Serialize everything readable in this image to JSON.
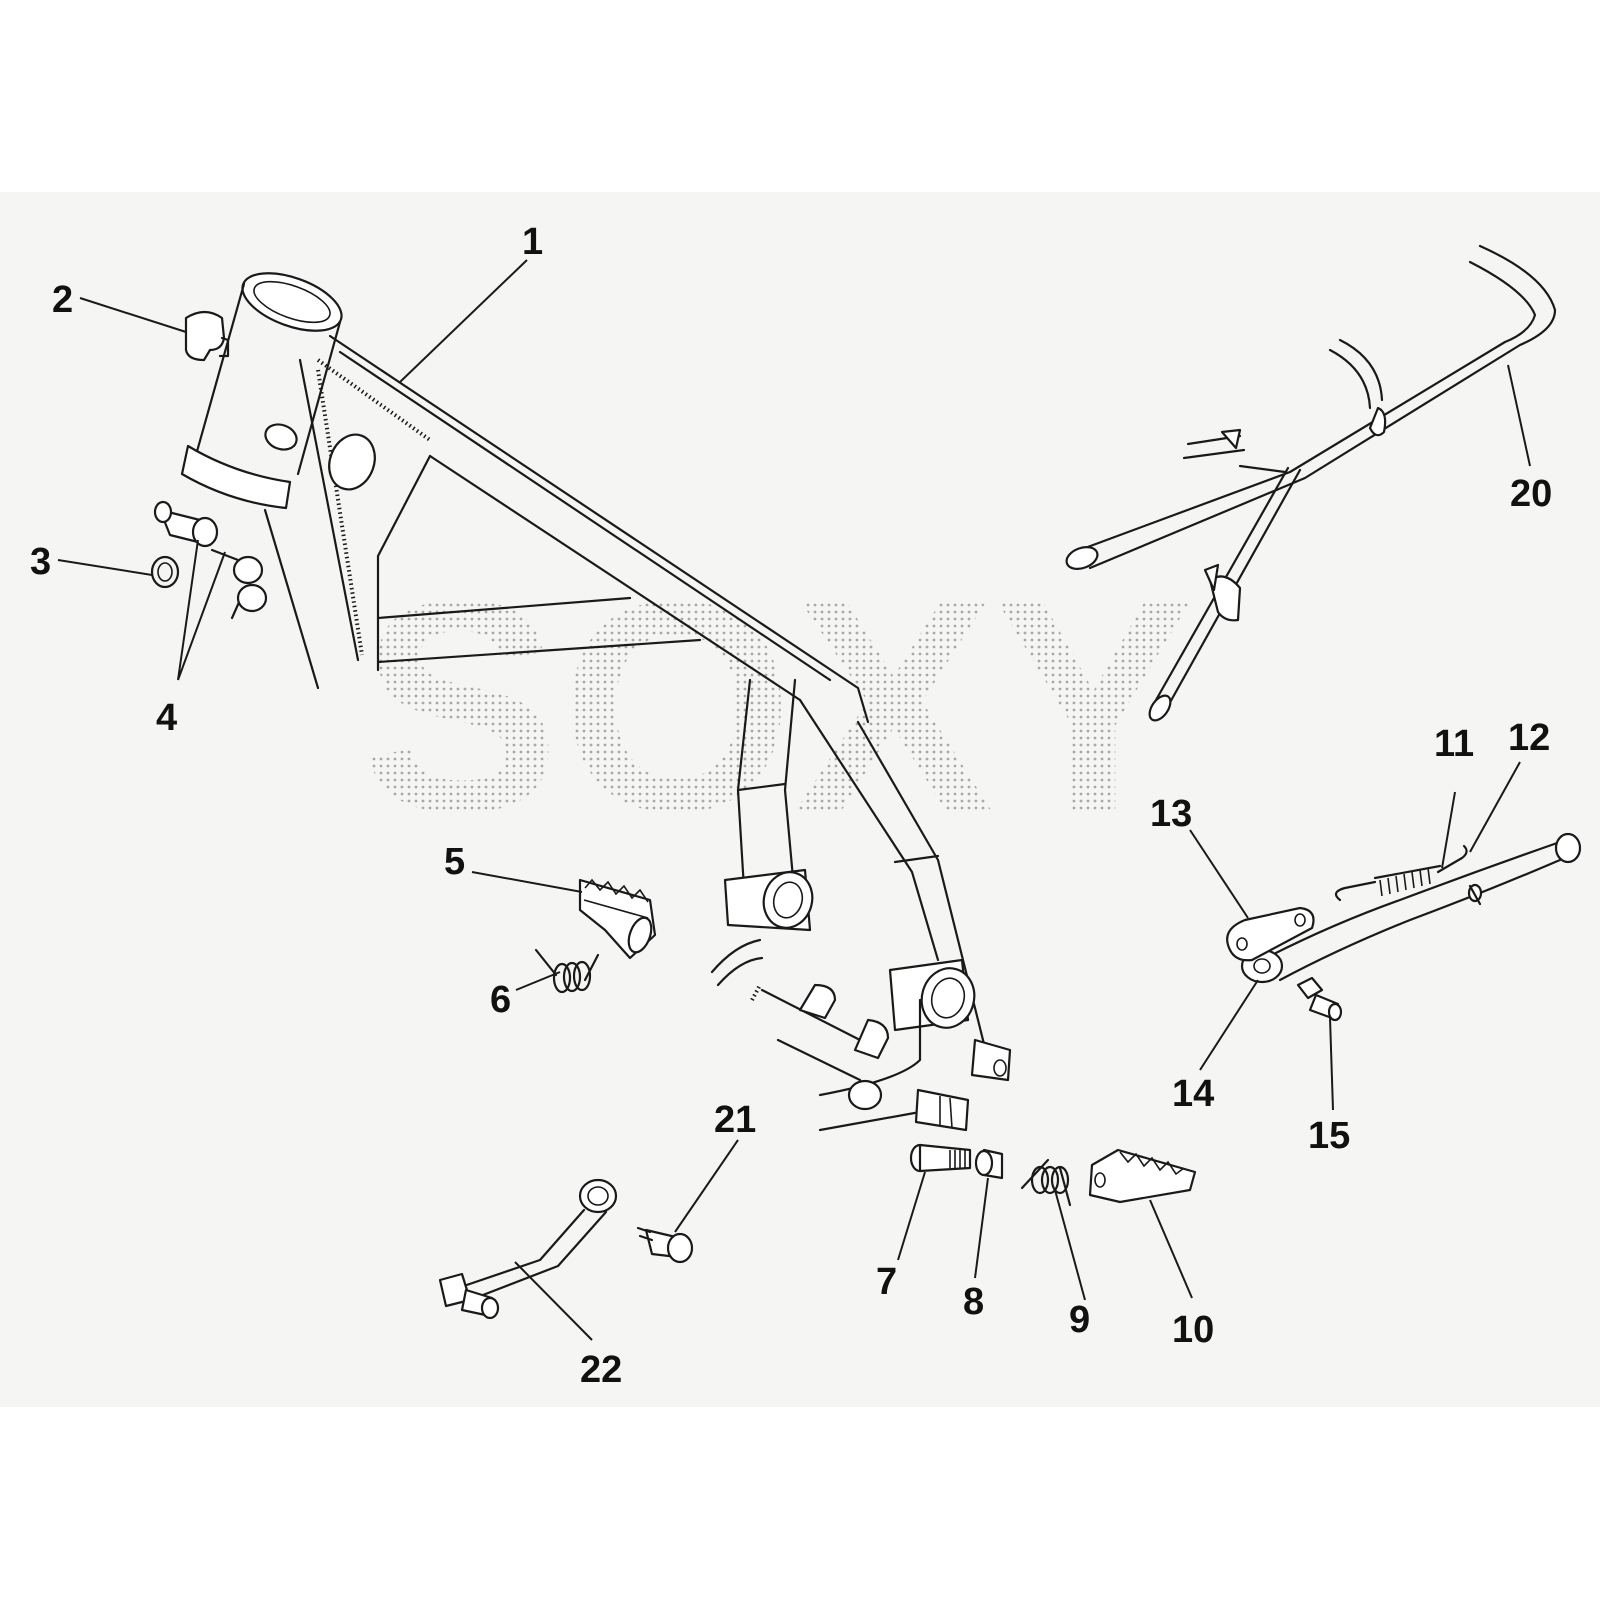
{
  "diagram": {
    "type": "exploded-parts-diagram",
    "watermark": "SOXY",
    "part_labels": [
      "1",
      "2",
      "3",
      "4",
      "5",
      "6",
      "7",
      "8",
      "9",
      "10",
      "11",
      "12",
      "13",
      "14",
      "15",
      "20",
      "21",
      "22"
    ]
  }
}
